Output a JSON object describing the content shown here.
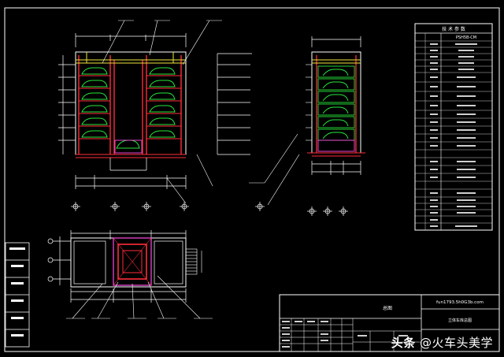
{
  "title_block": {
    "url": "fun1793.5h0G3b.com",
    "drawing_name": "立体车库总图",
    "center_label": "总图"
  },
  "spec_table": {
    "header": "技 术 参 数",
    "first_row": "PSH5B-CM"
  },
  "watermark": {
    "prefix": "头条",
    "handle": "@火车头美学"
  },
  "colors": {
    "background": "#000000",
    "frame": "#ffffff",
    "structure": "#ff2d3a",
    "car": "#27e63a",
    "guide": "#f0e63c",
    "dimension": "#00e5ff",
    "accent": "#ff4de6"
  }
}
